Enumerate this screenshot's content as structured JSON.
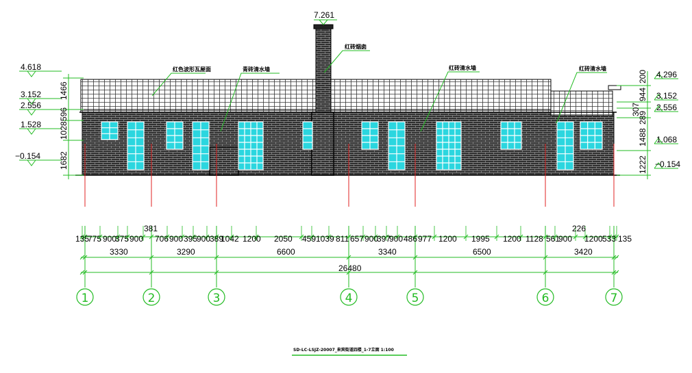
{
  "top_elevation": "7.261",
  "left_elevations": [
    "4.618",
    "3.152",
    "2.556",
    "1.528",
    "−0.154"
  ],
  "left_dims": [
    "1466",
    "596",
    "1028",
    "1682"
  ],
  "right_elevations": [
    "4.296",
    "3.152",
    "2.556",
    "1.068",
    "−0.154"
  ],
  "right_dims": [
    "200",
    "944",
    "307",
    "289",
    "1488",
    "1222"
  ],
  "notes": {
    "roof": "红色波形瓦屋面",
    "wall_left": "青砖清水墙",
    "chimney": "红砖烟囱",
    "wall_center": "红砖清水墙",
    "wall_right": "红砖清水墙"
  },
  "small_dims": [
    "135",
    "775",
    "900",
    "375",
    "900",
    "381",
    "706",
    "900",
    "395",
    "900",
    "389",
    "1042",
    "1200",
    "2050",
    "459",
    "1039",
    "811",
    "657",
    "900",
    "397",
    "900",
    "486",
    "977",
    "1200",
    "1995",
    "1200",
    "1128",
    "561",
    "900",
    "226",
    "1200",
    "533",
    "135"
  ],
  "segment_dims": [
    "3330",
    "3290",
    "6600",
    "3340",
    "6500",
    "3420"
  ],
  "total_dim": "26480",
  "axes": [
    "1",
    "2",
    "3",
    "4",
    "5",
    "6",
    "7"
  ],
  "caption": "SD-LC-LSJZ-20007_来宾街道四楼_1-7立面 1:100"
}
